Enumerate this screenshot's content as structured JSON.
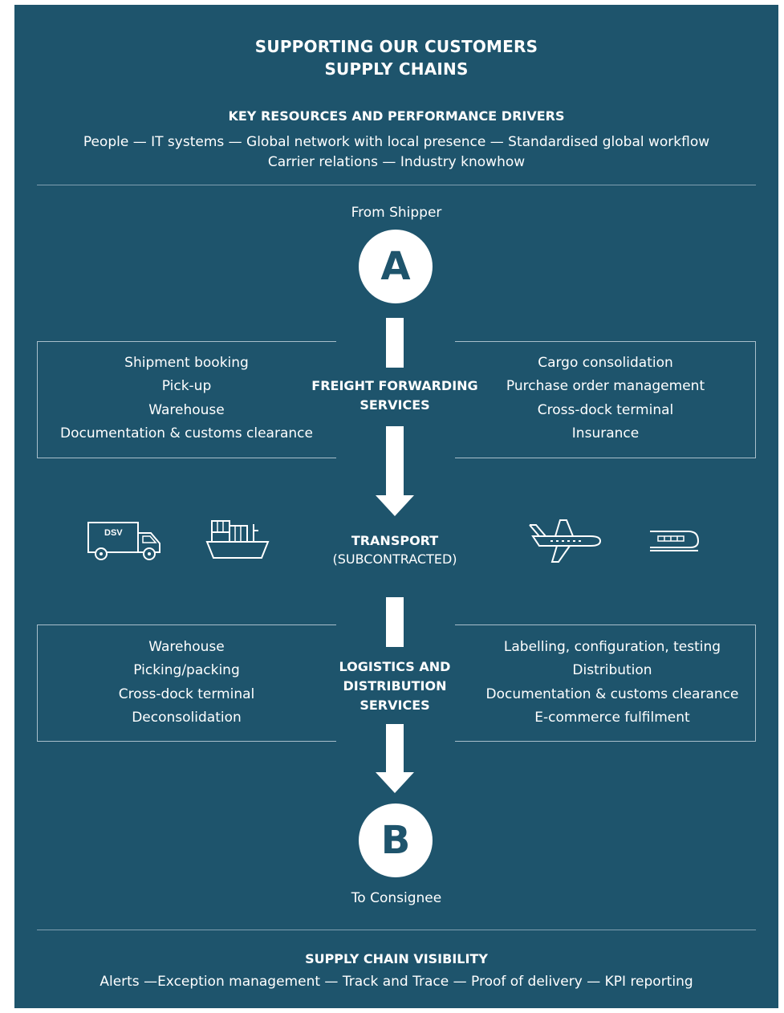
{
  "title_line1": "SUPPORTING OUR CUSTOMERS",
  "title_line2": "SUPPLY CHAINS",
  "resources": {
    "heading": "KEY RESOURCES AND PERFORMANCE DRIVERS",
    "line1": "People — IT systems — Global network with local presence  —  Standardised global workflow",
    "line2": "Carrier relations  —  Industry knowhow"
  },
  "start": {
    "label": "From Shipper",
    "letter": "A"
  },
  "freight": {
    "heading_line1": "FREIGHT FORWARDING",
    "heading_line2": "SERVICES",
    "left_items": [
      "Shipment booking",
      "Pick-up",
      "Warehouse",
      "Documentation & customs clearance"
    ],
    "right_items": [
      "Cargo consolidation",
      "Purchase order management",
      "Cross-dock terminal",
      "Insurance"
    ]
  },
  "transport": {
    "heading": "TRANSPORT",
    "subheading": "(SUBCONTRACTED)",
    "truck_text": "DSV",
    "icons": [
      "truck-icon",
      "ship-icon",
      "airplane-icon",
      "train-icon"
    ]
  },
  "logistics": {
    "heading_line1": "LOGISTICS AND",
    "heading_line2": "DISTRIBUTION",
    "heading_line3": "SERVICES",
    "left_items": [
      "Warehouse",
      "Picking/packing",
      "Cross-dock terminal",
      "Deconsolidation"
    ],
    "right_items": [
      "Labelling, configuration, testing",
      "Distribution",
      "Documentation & customs clearance",
      "E-commerce fulfilment"
    ]
  },
  "end": {
    "label": "To Consignee",
    "letter": "B"
  },
  "visibility": {
    "heading": "SUPPLY CHAIN VISIBILITY",
    "line": "Alerts —Exception management — Track and Trace — Proof of delivery — KPI reporting"
  },
  "colors": {
    "background": "#1e546c",
    "foreground": "#ffffff",
    "rule": "#7f9fb0"
  }
}
